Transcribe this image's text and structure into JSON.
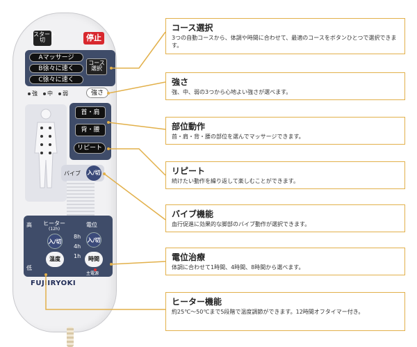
{
  "remote": {
    "start_off_label": "スタート\n切",
    "stop_label": "停止",
    "course_buttons": [
      "Aマッサージ",
      "B徐々に速く",
      "C徐々に速く"
    ],
    "course_select_label": "コース\n選択",
    "strength_levels": [
      "強",
      "中",
      "弱"
    ],
    "strength_button": "強さ",
    "part_buttons": [
      "首・肩",
      "背・腰"
    ],
    "repeat_button": "リピート",
    "vibe_label": "バイブ",
    "on_off_label": "入/切",
    "heater_high": "高",
    "heater_low": "低",
    "heater_label": "ヒーター",
    "heater_sub": "(12h)",
    "heater_on_off": "入/切",
    "temperature_label": "温度",
    "potential_label": "電位",
    "potential_hours": [
      "8h",
      "4h",
      "1h"
    ],
    "potential_on_off": "入/切",
    "time_label": "時間",
    "main_power_label": "主電源",
    "brand": "FUJIIRYOKI"
  },
  "cards": [
    {
      "title": "コース選択",
      "desc": "3つの自動コースから、体調や時間に合わせて、最適のコースをボタンひとつで選択できます。"
    },
    {
      "title": "強さ",
      "desc": "強、中、弱の3つから心地よい強さが選べます。"
    },
    {
      "title": "部位動作",
      "desc": "首・肩・背・腰の部位を選んでマッサージできます。"
    },
    {
      "title": "リピート",
      "desc": "続けたい動作を繰り返して楽しむことができます。"
    },
    {
      "title": "バイブ機能",
      "desc": "血行促進に効果的な脚部のバイブ動作が選択できます。"
    },
    {
      "title": "電位治療",
      "desc": "体調に合わせて1時間、4時間、8時間から選べます。"
    },
    {
      "title": "ヒーター機能",
      "desc": "約25℃～50℃まで5段階で温度調節ができます。12時間オフタイマー付き。"
    }
  ],
  "colors": {
    "accent": "#e2b04a",
    "panel": "#3f4c69",
    "stop": "#d8282e"
  }
}
